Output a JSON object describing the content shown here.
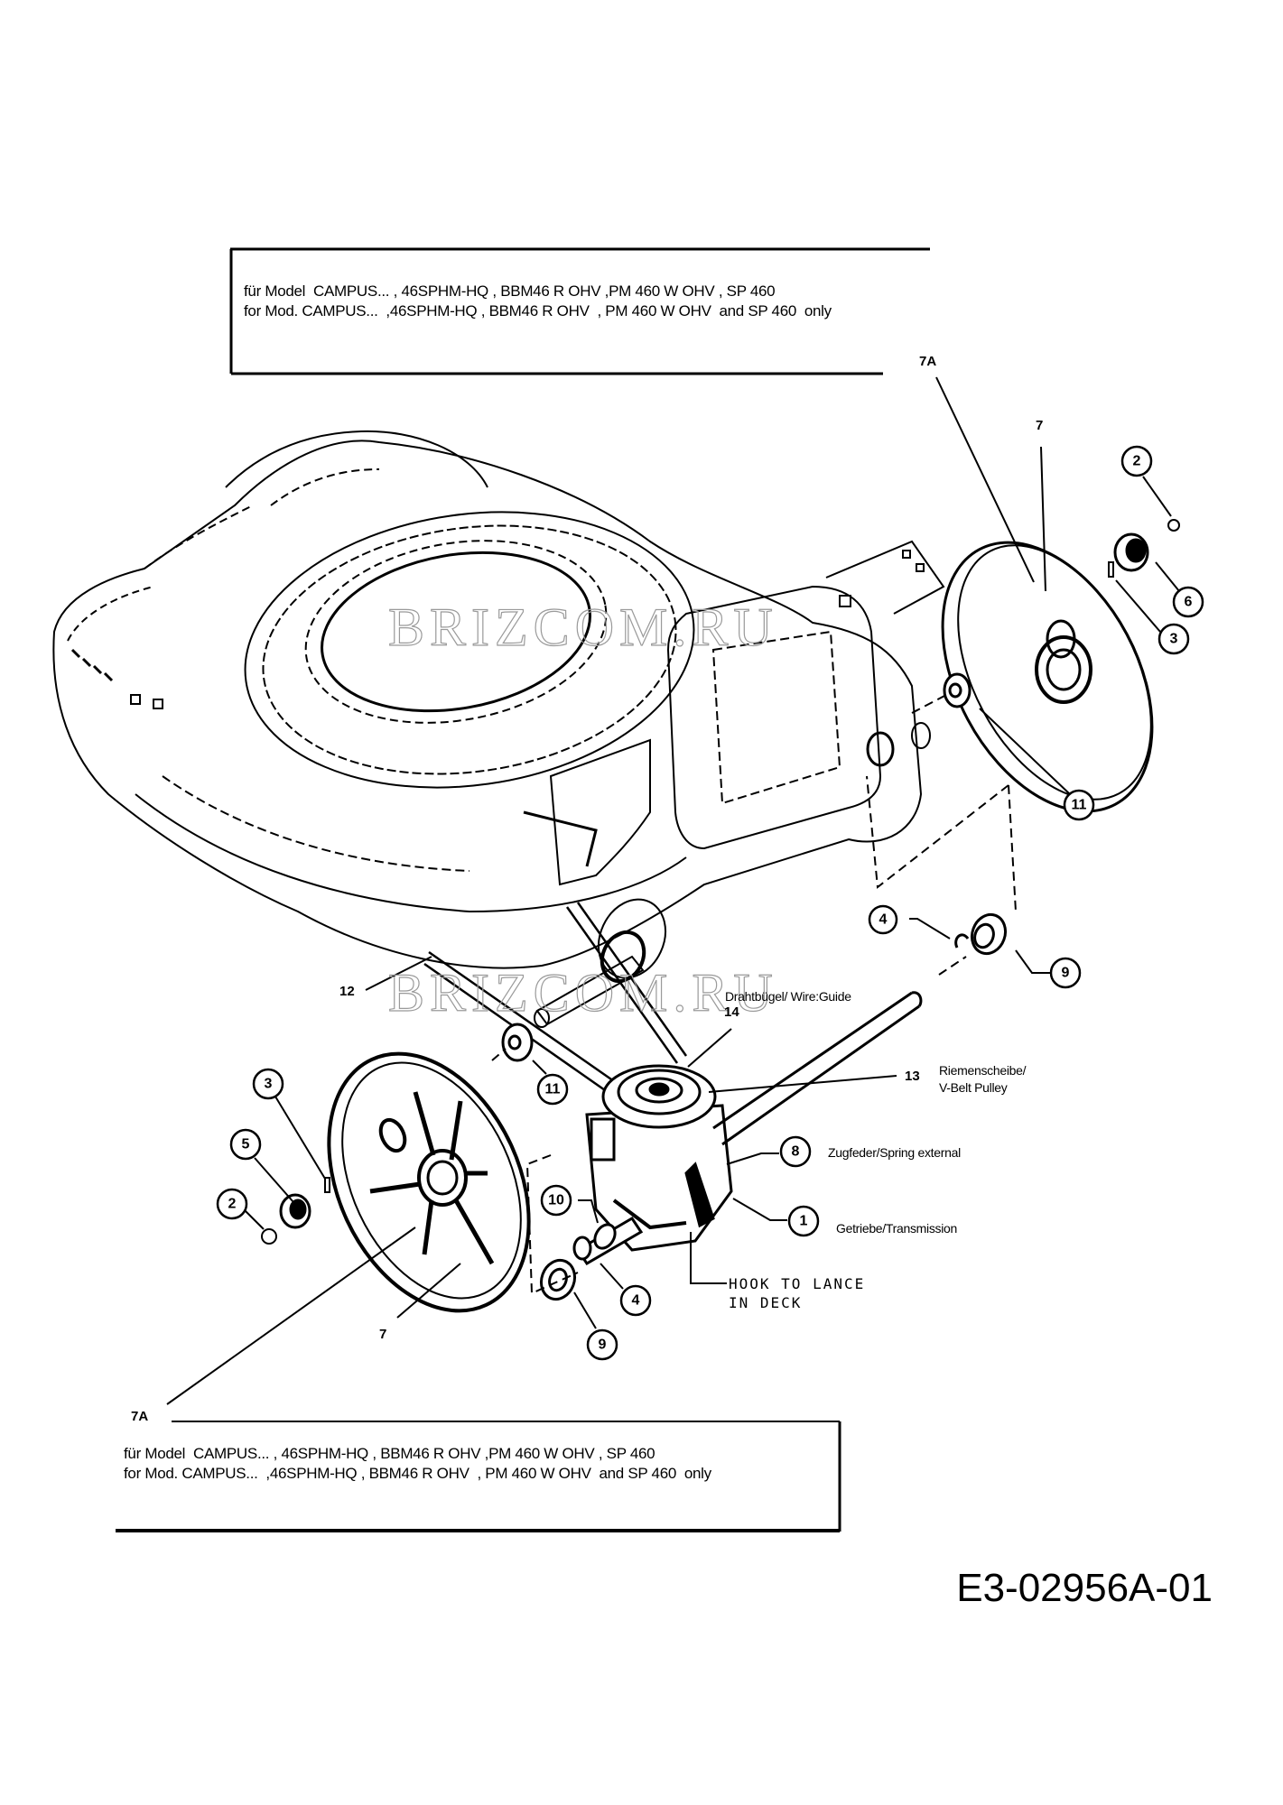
{
  "diagram": {
    "type": "exploded-parts-diagram",
    "subject": "lawn mower deck with rear wheel drive / transmission",
    "watermark": "BRIZCOM.RU",
    "drawing_code": "E3-02956A-01"
  },
  "notes": {
    "top": {
      "line1": "für Model  CAMPUS... , 46SPHM-HQ , BBM46 R OHV ,PM 460 W OHV , SP 460",
      "line2": "for Mod. CAMPUS...  ,46SPHM-HQ , BBM46 R OHV  , PM 460 W OHV  and SP 460  only"
    },
    "bottom": {
      "line1": "für Model  CAMPUS... , 46SPHM-HQ , BBM46 R OHV ,PM 460 W OHV , SP 460",
      "line2": "for Mod. CAMPUS...  ,46SPHM-HQ , BBM46 R OHV  , PM 460 W OHV  and SP 460  only"
    }
  },
  "labels": {
    "part_7a_top": "7A",
    "part_7_right": "7",
    "part_7_left": "7",
    "part_7a_bottom": "7A",
    "part_12": "12",
    "part_13": "13",
    "part_14": "14"
  },
  "bubbles": {
    "b2_right": "2",
    "b6": "6",
    "b3_right": "3",
    "b11_right": "11",
    "b4_right": "4",
    "b9_right": "9",
    "b11_left": "11",
    "b3_left": "3",
    "b5": "5",
    "b2_left": "2",
    "b8": "8",
    "b1": "1",
    "b10": "10",
    "b4_left": "4",
    "b9_left": "9"
  },
  "callouts": {
    "wire_guide": "Drahtbügel/ Wire:Guide",
    "pulley_line1": "Riemenscheibe/",
    "pulley_line2": "V-Belt Pulley",
    "spring": "Zugfeder/Spring external",
    "transmission": "Getriebe/Transmission",
    "hook_line1": "HOOK TO LANCE",
    "hook_line2": "IN  DECK"
  }
}
